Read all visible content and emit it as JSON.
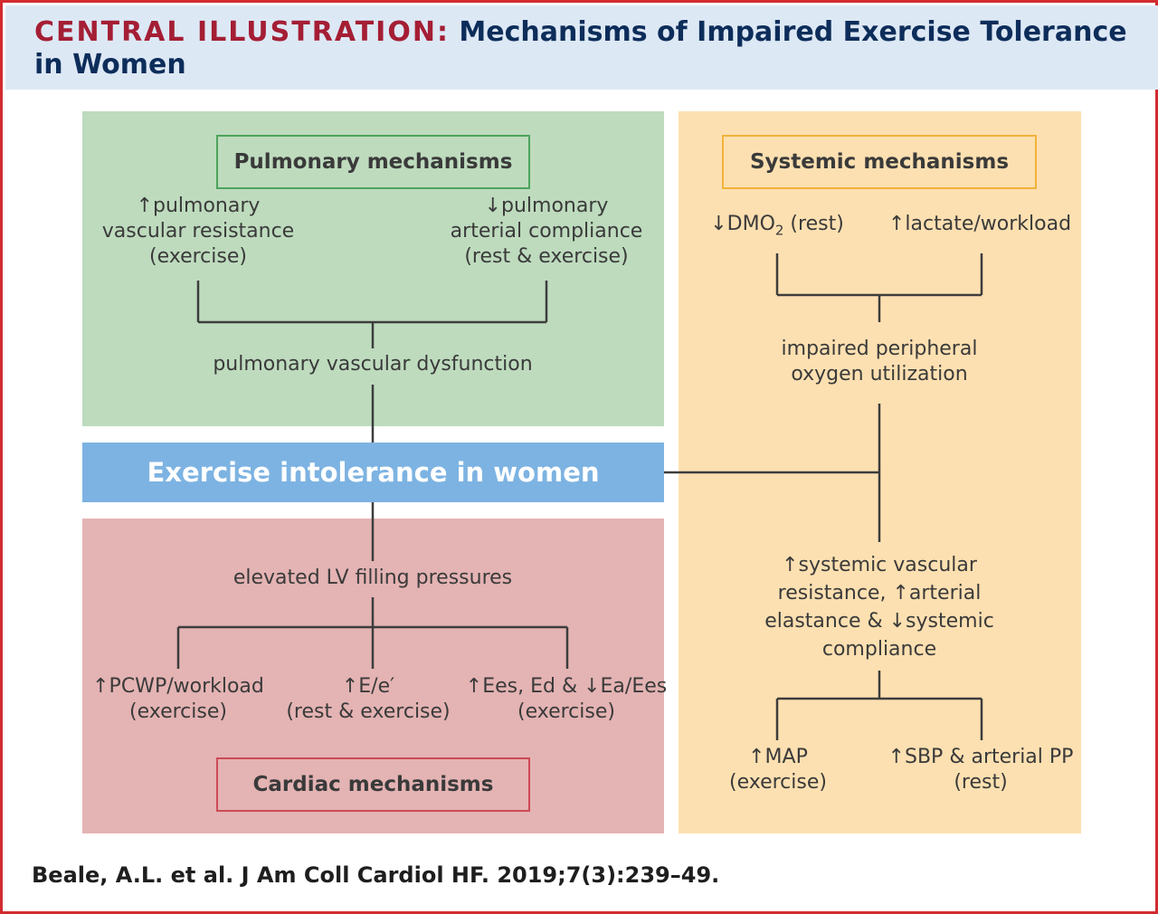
{
  "header": {
    "label": "CENTRAL ILLUSTRATION:",
    "title": "Mechanisms of Impaired Exercise Tolerance in Women"
  },
  "central": {
    "label": "Exercise intolerance in women"
  },
  "pulmonary": {
    "heading": "Pulmonary mechanisms",
    "left_arrow": "↑",
    "left_lines": [
      "pulmonary",
      "vascular resistance",
      "(exercise)"
    ],
    "right_arrow": "↓",
    "right_lines": [
      "pulmonary",
      "arterial compliance",
      "(rest & exercise)"
    ],
    "summary": "pulmonary vascular dysfunction"
  },
  "cardiac": {
    "heading": "Cardiac mechanisms",
    "summary": "elevated LV filling pressures",
    "item1_line1": "↑PCWP/workload",
    "item1_line2": "(exercise)",
    "item2_line1": "↑E/e′",
    "item2_line2": "(rest & exercise)",
    "item3_line1": "↑Ees, Ed & ↓Ea/Ees",
    "item3_line2": "(exercise)"
  },
  "systemic": {
    "heading": "Systemic mechanisms",
    "dmo2_pre": "↓DMO",
    "dmo2_sub": "2",
    "dmo2_post": " (rest)",
    "lactate": "↑lactate/workload",
    "oxygen_lines": [
      "impaired peripheral",
      "oxygen utilization"
    ],
    "vascular_lines": [
      "↑systemic vascular",
      "resistance, ↑arterial",
      "elastance & ↓systemic",
      "compliance"
    ],
    "map_line1": "↑MAP",
    "map_line2": "(exercise)",
    "sbp_line1": "↑SBP & arterial PP",
    "sbp_line2": "(rest)"
  },
  "citation": "Beale, A.L. et al. J Am Coll Cardiol HF. 2019;7(3):239–49.",
  "colors": {
    "frame_border": "#d12c2f",
    "header_bg": "#dde8f5",
    "header_label": "#a41e34",
    "header_title": "#0d2d5a",
    "pulmonary_bg": "#bedbbe",
    "pulmonary_border": "#4ca35c",
    "cardiac_bg": "#e4b3b3",
    "cardiac_border": "#cc4a57",
    "systemic_bg": "#fde0b1",
    "systemic_border": "#f2b23a",
    "central_bar": "#7db3e2",
    "connector": "#3d3d3d"
  }
}
